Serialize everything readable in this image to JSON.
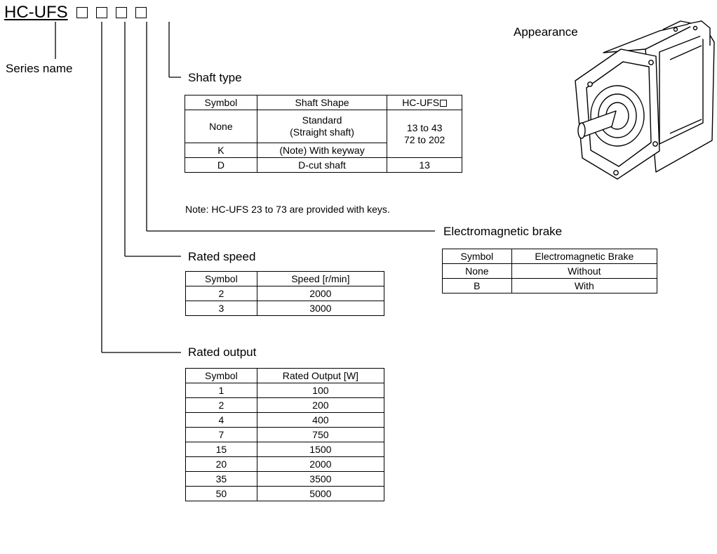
{
  "model_code": {
    "base": "HC-UFS",
    "slot_count": 4
  },
  "series_label": "Series name",
  "appearance_label": "Appearance",
  "shaft_type": {
    "title": "Shaft type",
    "headers": [
      "Symbol",
      "Shaft Shape",
      "HC-UFS"
    ],
    "rows": [
      {
        "symbol": "None",
        "shape": "Standard\n(Straight shaft)"
      },
      {
        "symbol": "K",
        "shape": "(Note) With keyway"
      },
      {
        "symbol": "D",
        "shape": "D-cut shaft",
        "models": "13"
      }
    ],
    "shared_models": "13 to 43\n72 to 202",
    "note": "Note: HC-UFS 23 to 73 are provided with keys."
  },
  "brake": {
    "title": "Electromagnetic brake",
    "headers": [
      "Symbol",
      "Electromagnetic Brake"
    ],
    "rows": [
      {
        "symbol": "None",
        "value": "Without"
      },
      {
        "symbol": "B",
        "value": "With"
      }
    ]
  },
  "speed": {
    "title": "Rated speed",
    "headers": [
      "Symbol",
      "Speed [r/min]"
    ],
    "rows": [
      {
        "symbol": "2",
        "value": "2000"
      },
      {
        "symbol": "3",
        "value": "3000"
      }
    ]
  },
  "output": {
    "title": "Rated output",
    "headers": [
      "Symbol",
      "Rated Output [W]"
    ],
    "rows": [
      {
        "symbol": "1",
        "value": "100"
      },
      {
        "symbol": "2",
        "value": "200"
      },
      {
        "symbol": "4",
        "value": "400"
      },
      {
        "symbol": "7",
        "value": "750"
      },
      {
        "symbol": "15",
        "value": "1500"
      },
      {
        "symbol": "20",
        "value": "2000"
      },
      {
        "symbol": "35",
        "value": "3500"
      },
      {
        "symbol": "50",
        "value": "5000"
      }
    ]
  }
}
